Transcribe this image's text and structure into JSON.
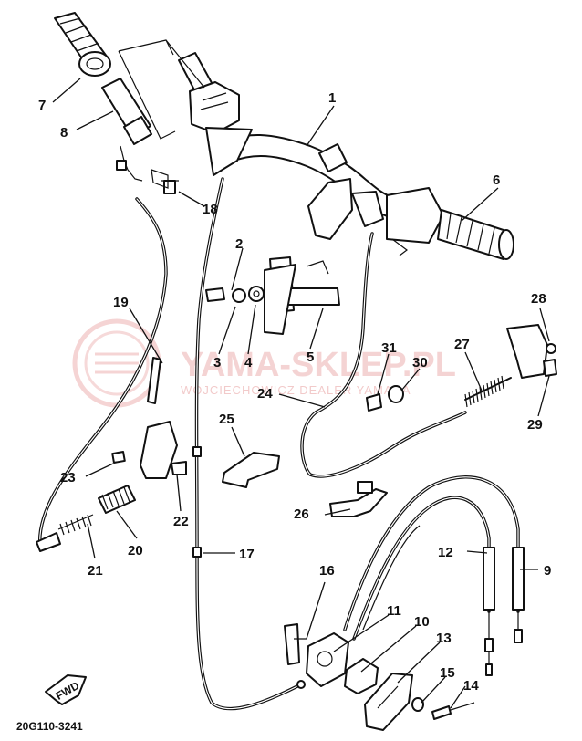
{
  "diagram": {
    "drawing_code": "20G110-3241",
    "fwd_label": "FWD",
    "watermark": {
      "brand": "YAMA-SKLEP.PL",
      "subtitle": "WOJCIECHOWICZ DEALER YAMAHA"
    },
    "callouts": [
      {
        "id": "c1",
        "num": "1"
      },
      {
        "id": "c2",
        "num": "2"
      },
      {
        "id": "c3",
        "num": "3"
      },
      {
        "id": "c4",
        "num": "4"
      },
      {
        "id": "c5",
        "num": "5"
      },
      {
        "id": "c6",
        "num": "6"
      },
      {
        "id": "c7",
        "num": "7"
      },
      {
        "id": "c8",
        "num": "8"
      },
      {
        "id": "c9",
        "num": "9"
      },
      {
        "id": "c10",
        "num": "10"
      },
      {
        "id": "c11",
        "num": "11"
      },
      {
        "id": "c12",
        "num": "12"
      },
      {
        "id": "c13",
        "num": "13"
      },
      {
        "id": "c14",
        "num": "14"
      },
      {
        "id": "c15",
        "num": "15"
      },
      {
        "id": "c16",
        "num": "16"
      },
      {
        "id": "c17",
        "num": "17"
      },
      {
        "id": "c18",
        "num": "18"
      },
      {
        "id": "c19",
        "num": "19"
      },
      {
        "id": "c20",
        "num": "20"
      },
      {
        "id": "c21",
        "num": "21"
      },
      {
        "id": "c22",
        "num": "22"
      },
      {
        "id": "c23",
        "num": "23"
      },
      {
        "id": "c24",
        "num": "24"
      },
      {
        "id": "c25",
        "num": "25"
      },
      {
        "id": "c26",
        "num": "26"
      },
      {
        "id": "c27",
        "num": "27"
      },
      {
        "id": "c28",
        "num": "28"
      },
      {
        "id": "c29",
        "num": "29"
      },
      {
        "id": "c30",
        "num": "30"
      },
      {
        "id": "c31",
        "num": "31"
      }
    ]
  }
}
